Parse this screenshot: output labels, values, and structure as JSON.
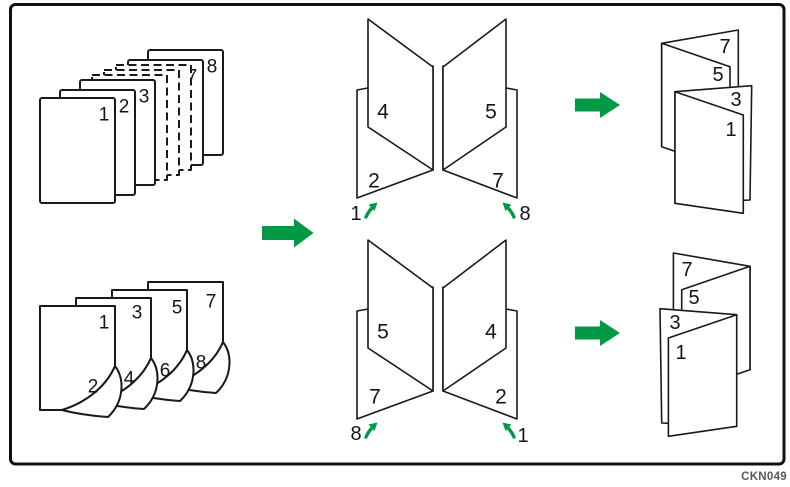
{
  "caption": "CKN049",
  "colors": {
    "green": "#009945",
    "line": "#1a1a1a",
    "caption": "#595959"
  },
  "collated_stack": {
    "pages": [
      "1",
      "2",
      "3",
      "7",
      "8"
    ],
    "dashed_page_count": 3
  },
  "duplex_stack": {
    "front_pages": [
      "1",
      "3",
      "5",
      "7"
    ],
    "back_pages": [
      "2",
      "4",
      "6",
      "8"
    ]
  },
  "folded_pairs": {
    "top": {
      "left_front": "4",
      "left_back": "2",
      "left_arrow": "1",
      "right_front": "5",
      "right_back": "7",
      "right_arrow": "8"
    },
    "bottom": {
      "left_front": "5",
      "left_back": "7",
      "left_arrow": "8",
      "right_front": "4",
      "right_back": "2",
      "right_arrow": "1"
    }
  },
  "booklets": {
    "top": {
      "pages": [
        "7",
        "5",
        "3",
        "1"
      ]
    },
    "bottom": {
      "pages": [
        "7",
        "5",
        "3",
        "1"
      ]
    }
  }
}
